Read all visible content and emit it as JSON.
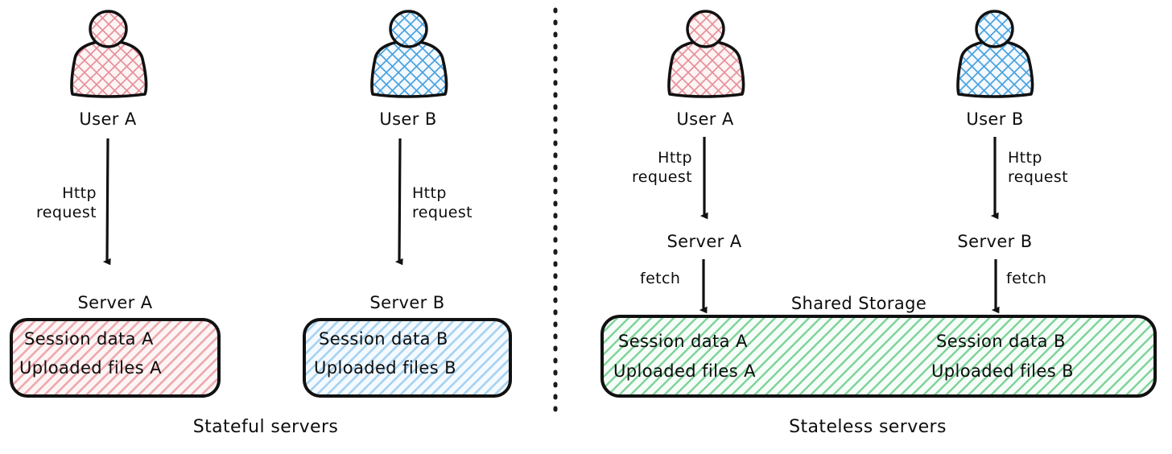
{
  "diagram": {
    "title_left": "Stateful servers",
    "title_right": "Stateless servers",
    "divider": "vertical-dotted-divider"
  },
  "colors": {
    "ink": "#0d0d0d",
    "user_a_hatch": "#e8919b",
    "user_b_hatch": "#4aa3e0",
    "box_a_hatch": "#eda9ae",
    "box_b_hatch": "#a8d2f0",
    "storage_hatch": "#7fd29a",
    "divider": "#1a1a1a"
  },
  "left_panel": {
    "caption": "Stateful servers",
    "flows": [
      {
        "user_label": "User A",
        "user_icon": "person-icon",
        "edge_label_line1": "Http",
        "edge_label_line2": "request",
        "server_label": "Server A",
        "box_line1": "Session data A",
        "box_line2": "Uploaded files A"
      },
      {
        "user_label": "User B",
        "user_icon": "person-icon",
        "edge_label_line1": "Http",
        "edge_label_line2": "request",
        "server_label": "Server B",
        "box_line1": "Session data B",
        "box_line2": "Uploaded files B"
      }
    ]
  },
  "right_panel": {
    "caption": "Stateless servers",
    "storage_label": "Shared Storage",
    "flows": [
      {
        "user_label": "User A",
        "user_icon": "person-icon",
        "edge_label_line1": "Http",
        "edge_label_line2": "request",
        "server_label": "Server A",
        "fetch_label": "fetch",
        "box_line1": "Session data A",
        "box_line2": "Uploaded files A"
      },
      {
        "user_label": "User B",
        "user_icon": "person-icon",
        "edge_label_line1": "Http",
        "edge_label_line2": "request",
        "server_label": "Server B",
        "fetch_label": "fetch",
        "box_line1": "Session data B",
        "box_line2": "Uploaded files B"
      }
    ]
  }
}
